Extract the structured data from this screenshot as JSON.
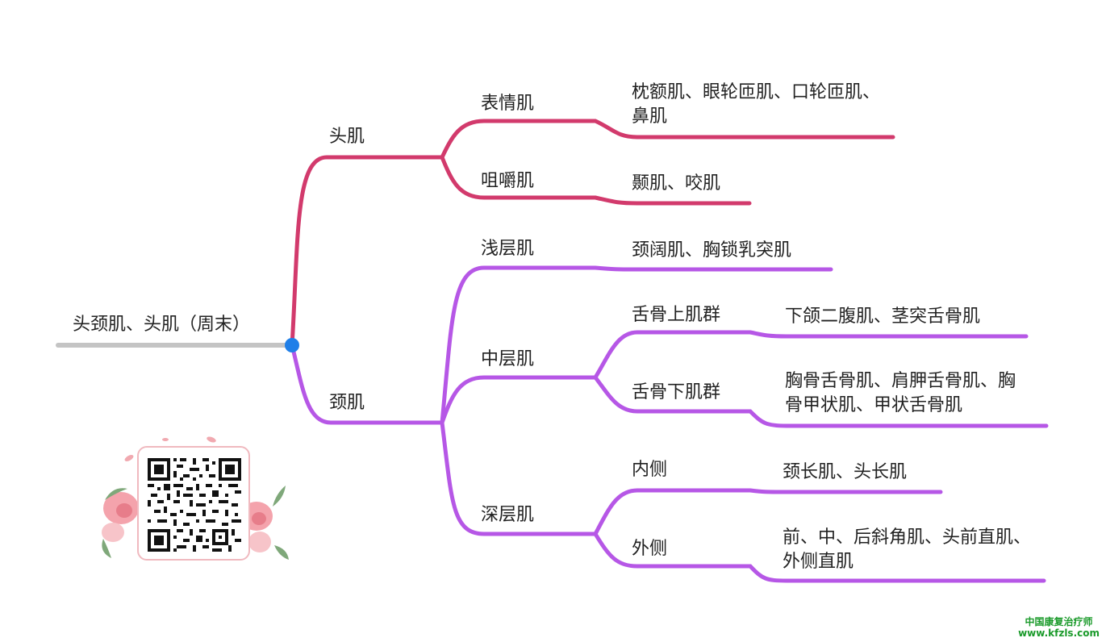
{
  "root": {
    "label": "头颈肌、头肌（周末）"
  },
  "branches": {
    "head": {
      "label": "头肌",
      "expression": {
        "label": "表情肌",
        "detail": "枕额肌、眼轮匝肌、口轮匝肌、鼻肌"
      },
      "mastication": {
        "label": "咀嚼肌",
        "detail": "颞肌、咬肌"
      }
    },
    "neck": {
      "label": "颈肌",
      "superficial": {
        "label": "浅层肌",
        "detail": "颈阔肌、胸锁乳突肌"
      },
      "middle": {
        "label": "中层肌",
        "suprahyoid": {
          "label": "舌骨上肌群",
          "detail": "下颌二腹肌、茎突舌骨肌"
        },
        "infrahyoid": {
          "label": "舌骨下肌群",
          "detail": "胸骨舌骨肌、肩胛舌骨肌、胸骨甲状肌、甲状舌骨肌"
        }
      },
      "deep": {
        "label": "深层肌",
        "medial": {
          "label": "内侧",
          "detail": "颈长肌、头长肌"
        },
        "lateral": {
          "label": "外侧",
          "detail": "前、中、后斜角肌、头前直肌、外侧直肌"
        }
      }
    }
  },
  "colors": {
    "head_branch": "#d23a6c",
    "neck_branch": "#b657e6",
    "root_line": "#c4c4c4",
    "root_node": "#1f7fe8",
    "qr_border": "#f0b9bf"
  },
  "footer": {
    "name": "中国康复治疗师",
    "site": "www.kfzls.com"
  }
}
